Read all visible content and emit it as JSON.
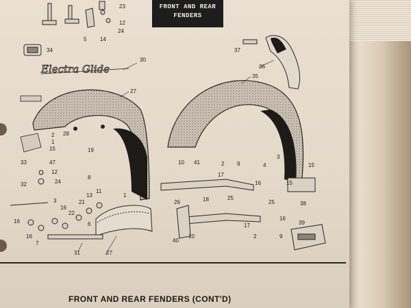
{
  "header": {
    "line1": "FRONT AND REAR",
    "line2": "FENDERS"
  },
  "caption": "FRONT AND REAR FENDERS (CONT'D)",
  "emblem_text": "Electra Glide",
  "part_numbers": [
    "23",
    "12",
    "24",
    "5",
    "14",
    "34",
    "30",
    "27",
    "28",
    "2",
    "1",
    "15",
    "19",
    "33",
    "47",
    "12",
    "24",
    "8",
    "32",
    "13",
    "11",
    "21",
    "3",
    "16",
    "22",
    "6",
    "16",
    "16",
    "7",
    "1",
    "31",
    "27",
    "37",
    "36",
    "35",
    "10",
    "41",
    "2",
    "9",
    "17",
    "16",
    "3",
    "4",
    "15",
    "15",
    "26",
    "18",
    "25",
    "25",
    "38",
    "40",
    "10",
    "17",
    "2",
    "9",
    "16",
    "39"
  ],
  "colors": {
    "page": "#e6ddcf",
    "header_bg": "#1d1d1d",
    "ink": "#1f1b17"
  }
}
